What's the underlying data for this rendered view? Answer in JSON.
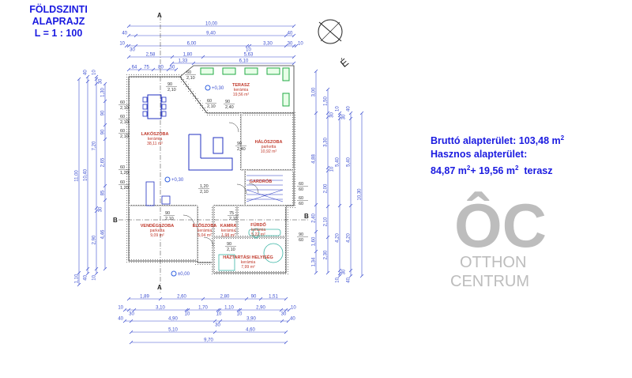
{
  "title": {
    "line1": "FÖLDSZINTI ALAPRAJZ",
    "line2": "L = 1 : 100"
  },
  "areas": {
    "brutto_label": "Bruttó alapterület: 103,48 m",
    "hasznos_label": "Hasznos alapterület:",
    "hasznos_value": "84,87 m",
    "hasznos_plus": "+ 19,56 m",
    "terasz": "  terasz",
    "sup": "2"
  },
  "rooms": [
    {
      "name": "TERASZ",
      "floor": "kerámia",
      "area": "19,56 m²"
    },
    {
      "name": "LAKÓSZOBA",
      "floor": "kerámia",
      "area": "38,11 m²"
    },
    {
      "name": "HÁLÓSZOBA",
      "floor": "parketta",
      "area": "10,92 m²"
    },
    {
      "name": "VENDÉGSZOBA",
      "floor": "parketta",
      "area": "9,09 m²"
    },
    {
      "name": "ELŐSZOBA",
      "floor": "kerámia",
      "area": "5,04 m²"
    },
    {
      "name": "KAMRA",
      "floor": "kerámia",
      "area": "1,98 m²"
    },
    {
      "name": "FÜRDŐ",
      "floor": "kerámia",
      "area": "5,22 m²"
    },
    {
      "name": "HÁZTARTÁSI HELYISÉG",
      "floor": "kerámia",
      "area": "7,99 m²"
    },
    {
      "name": "GARDRÓB",
      "floor": "",
      "area": ""
    }
  ],
  "levels": [
    "+0,30",
    "+0,30",
    "±0,00"
  ],
  "section_marks": [
    "A",
    "A",
    "B",
    "B"
  ],
  "north_mark": "É",
  "watermark": {
    "logo": "ÔC",
    "line1": "OTTHON",
    "line2": "CENTRUM"
  },
  "dims_top": [
    [
      "10,00"
    ],
    [
      "40",
      "9,40",
      "40"
    ],
    [
      "10",
      "30",
      "6,00",
      "10",
      "3,30",
      "30",
      "10"
    ],
    [
      "2,58",
      "1,80",
      "5,63"
    ],
    [
      "1,33",
      "6,10"
    ],
    [
      "64",
      "75",
      "80",
      "50"
    ]
  ],
  "dims_bottom": [
    [
      "1,89",
      "2,60",
      "2,80",
      "90",
      "1,51"
    ],
    [
      "10",
      "30",
      "3,10",
      "10",
      "1,70",
      "10",
      "1,10",
      "10",
      "2,90",
      "30",
      "10"
    ],
    [
      "40",
      "4,90",
      "30",
      "3,90",
      "40"
    ],
    [
      "5,10",
      "4,60"
    ],
    [
      "9,70"
    ]
  ],
  "dims_left": [
    [
      "11,00",
      "1,10"
    ],
    [
      "40",
      "10,40",
      "40"
    ],
    [
      "10",
      "30",
      "7,20",
      "30",
      "2,90",
      "10"
    ],
    [
      "1,30",
      "90",
      "90",
      "2,65",
      "85",
      "4,46"
    ]
  ],
  "dims_right": [
    [
      "3,00",
      "4,88",
      "2,40",
      "1,60",
      "1,34"
    ],
    [
      "1,50",
      "30",
      "3,30",
      "10",
      "2,00",
      "2,10",
      "2,30"
    ],
    [
      "10",
      "30",
      "5,40",
      "4,20",
      "30",
      "10"
    ],
    [
      "40",
      "5,40",
      "4,20",
      "40"
    ],
    [
      "10,30"
    ]
  ],
  "openings": [
    [
      "60",
      "2,10"
    ],
    [
      "60",
      "2,10"
    ],
    [
      "60",
      "2,10"
    ],
    [
      "60",
      "1,20"
    ],
    [
      "60",
      "1,20"
    ],
    [
      "60",
      "60"
    ],
    [
      "60",
      "60"
    ],
    [
      "90",
      "60"
    ],
    [
      "90",
      "2,10"
    ],
    [
      "75",
      "2,10"
    ],
    [
      "90",
      "2,10"
    ],
    [
      "1,20",
      "2,10"
    ],
    [
      "90",
      "2,40"
    ],
    [
      "90",
      "2,40"
    ],
    [
      "90",
      "2,10"
    ],
    [
      "60",
      "2,10"
    ],
    [
      "60",
      "2,10"
    ]
  ],
  "colors": {
    "dim": "#3c4fd0",
    "wall": "#222222",
    "room": "#c0392b",
    "plant": "#22aa44",
    "title": "#1a1ae0"
  }
}
